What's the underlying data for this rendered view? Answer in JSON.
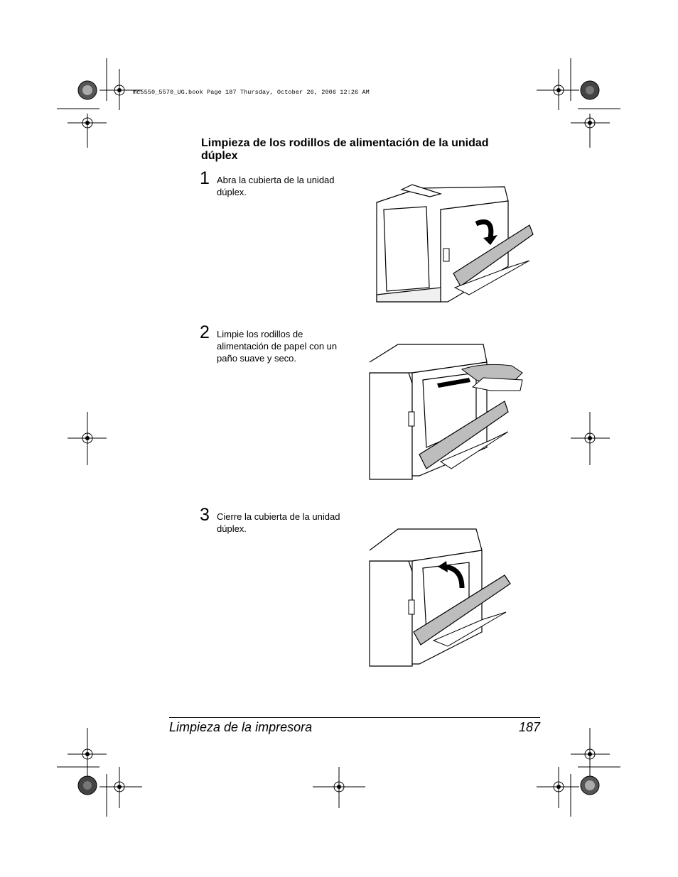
{
  "print_header": "mc5550_5570_UG.book  Page 187  Thursday, October 26, 2006  12:26 AM",
  "section_title": "Limpieza de los rodillos de alimentación de la unidad dúplex",
  "steps": [
    {
      "number": "1",
      "text": "Abra la cubierta de la unidad dúplex."
    },
    {
      "number": "2",
      "text": "Limpie los rodillos de alimentación de papel con un paño suave y seco."
    },
    {
      "number": "3",
      "text": "Cierre la cubierta de la unidad dúplex."
    }
  ],
  "footer": {
    "title": "Limpieza de la impresora",
    "page_number": "187"
  }
}
